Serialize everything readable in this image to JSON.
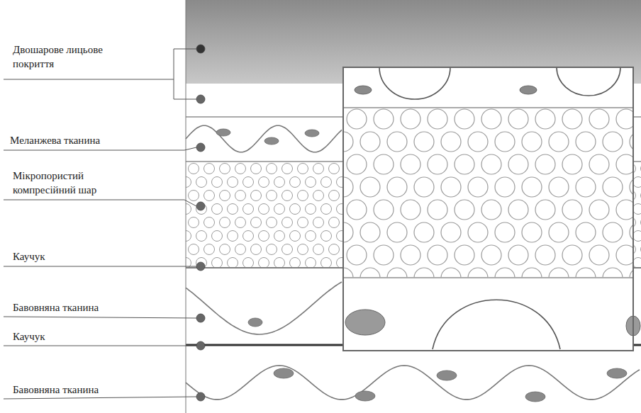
{
  "diagram": {
    "labels": [
      "Двошарове лицьове покриття",
      "Меланжева тканина",
      "Мікропористий компресійний шар",
      "Каучук",
      "Бавовняна тканина",
      "Каучук",
      "Бавовняна тканина"
    ]
  }
}
